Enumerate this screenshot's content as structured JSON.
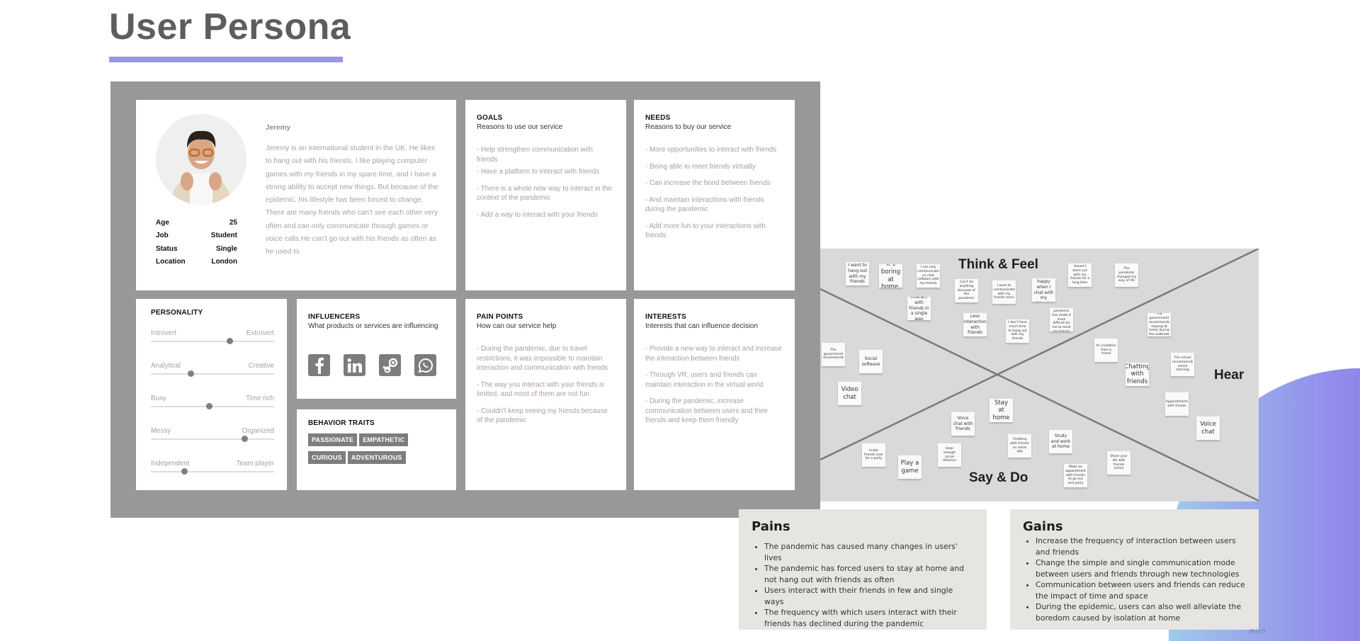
{
  "page": {
    "title": "User Persona",
    "accent": "#9796ec"
  },
  "persona": {
    "name": "Jeremy",
    "bio": "Jeremy is an international student in the UK. He likes to hang out with his friends. I like playing computer games with my friends in my spare time, and I have a strong ability to accept new things. But because of the epidemic, his lifestyle has been forced to change. There are many friends who can't see each other very often and can only communicate through games or voice calls.He can't go out with his friends as often as he used to.",
    "stats": [
      {
        "label": "Age",
        "value": "25"
      },
      {
        "label": "Job",
        "value": "Student"
      },
      {
        "label": "Status",
        "value": "Single"
      },
      {
        "label": "Location",
        "value": "London"
      }
    ]
  },
  "goals": {
    "title": "GOALS",
    "subtitle": "Reasons to use our service",
    "items": [
      "- Help strengthen communication with friends",
      "- Have a platform to interact with friends",
      "- There is a whole new way to interact in the context of the pandemic",
      "- Add a way to interact with your friends"
    ]
  },
  "needs": {
    "title": "NEEDS",
    "subtitle": "Reasons to buy our service",
    "items": [
      "- More opportunities to interact with friends",
      "- Being able to meet friends virtually",
      "- Can increase the bond between friends",
      "- And maintain interactions with friends during the pandemic",
      "- Add more fun to your interactions with friends"
    ]
  },
  "personality": {
    "title": "PERSONALITY",
    "sliders": [
      {
        "left": "Introvert",
        "right": "Extrovert",
        "value": 0.64
      },
      {
        "left": "Analytical",
        "right": "Creative",
        "value": 0.32
      },
      {
        "left": "Busy",
        "right": "Time rich",
        "value": 0.47
      },
      {
        "left": "Messy",
        "right": "Organized",
        "value": 0.76
      },
      {
        "left": "Independent",
        "right": "Team player",
        "value": 0.27
      }
    ]
  },
  "influencers": {
    "title": "INFLUENCERS",
    "subtitle": "What products or services are influencing",
    "icons": [
      "facebook-icon",
      "linkedin-icon",
      "steam-icon",
      "whatsapp-icon"
    ]
  },
  "behavior": {
    "title": "BEHAVIOR TRAITS",
    "tags": [
      "PASSIONATE",
      "EMPATHETIC",
      "CURIOUS",
      "ADVENTUROUS"
    ]
  },
  "pain_points": {
    "title": "PAIN POINTS",
    "subtitle": "How can our service help",
    "items": [
      "- During the pandemic, due to travel restrictions, it was impossible to maintain interaction and communication with friends",
      "- The way you interact with your friends is limited, and most of them are not fun",
      "- Couldn't keep seeing my friends because of the pandemic"
    ]
  },
  "interests": {
    "title": "INTERESTS",
    "subtitle": "Interests that can influence decision",
    "items": [
      "- Provide a new way to interact and increase the interaction between friends",
      "- Through VR, users and friends can maintain interaction in the virtual world",
      "- During the pandemic, increase communication between users and their friends and keep them friendly"
    ]
  },
  "empathy_map": {
    "labels": {
      "think_feel": "Think & Feel",
      "hear": "Hear",
      "say_do": "Say & Do"
    },
    "stickies": [
      "I want to hang out with my friends",
      "It's boring at home.",
      "I can only communicate on chat software with my friends",
      "Can't do anything because of the pandemic",
      "I want to communicate with my friends more",
      "I am happy when I chat with my friends",
      "Haven't been out with my friends for a long time",
      "The pandemic changed my way of life",
      "Interact with friends in a single way",
      "Less interaction with friends",
      "I don't have much time to hang out with my friends",
      "The pandemic has made it more difficult for me to meet my friends",
      "The government recommends",
      "Social software",
      "Video chat",
      "The government recommends staying at home during the outbreak",
      "An invitation from a friend",
      "The school recommends online learning",
      "Chatting with friends",
      "Appointments with friends",
      "Voice chat",
      "Stay at home",
      "Voice chat with friends",
      "Chatting with friends on social app",
      "Study and work at home",
      "Invite friends over for a party",
      "Play a game",
      "keep enough social distance",
      "Make an appointment with friends to go out and party",
      "Share your life with friends online"
    ]
  },
  "pains": {
    "title": "Pains",
    "items": [
      "The pandemic has caused many changes in users' lives",
      "The pandemic has forced users to stay at home and not hang out with friends as often",
      "Users interact with their friends in few and single ways",
      "The frequency with which users interact with their friends has declined during the pandemic"
    ]
  },
  "gains": {
    "title": "Gains",
    "items": [
      "Increase the frequency of interaction between users and friends",
      "Change the simple and single communication mode between users and friends through new technologies",
      "Communication between users and friends can reduce the impact of time and space",
      "During the epidemic, users can also well alleviate the boredom caused by isolation at home"
    ]
  },
  "watermark": "miro"
}
